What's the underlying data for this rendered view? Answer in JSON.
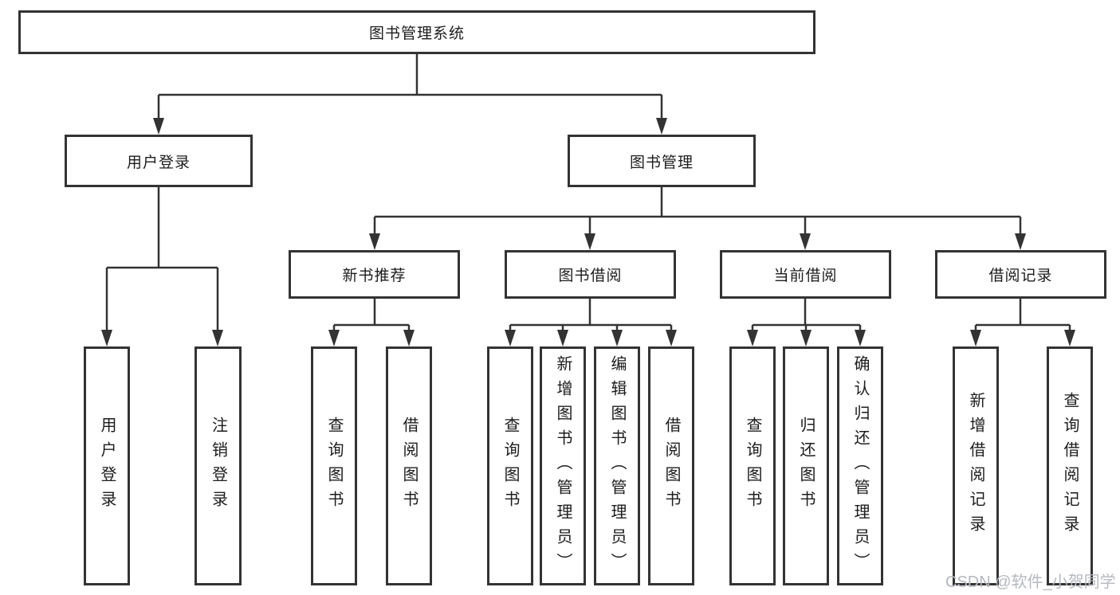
{
  "diagram": {
    "root": "图书管理系统",
    "login_branch": {
      "label": "用户登录",
      "children": [
        "用户登录",
        "注销登录"
      ]
    },
    "mgmt_branch": {
      "label": "图书管理",
      "sections": [
        {
          "label": "新书推荐",
          "children": [
            "查询图书",
            "借阅图书"
          ]
        },
        {
          "label": "图书借阅",
          "children": [
            "查询图书",
            "新增图书（管理员）",
            "编辑图书（管理员）",
            "借阅图书"
          ]
        },
        {
          "label": "当前借阅",
          "children": [
            "查询图书",
            "归还图书",
            "确认归还（管理员）"
          ]
        },
        {
          "label": "借阅记录",
          "children": [
            "新增借阅记录",
            "查询借阅记录"
          ]
        }
      ]
    }
  },
  "watermark": "CSDN @软件_小贺同学",
  "colors": {
    "line": "#333333",
    "box_border": "#333333",
    "text": "#1c1c1c",
    "watermark": "#b5b9bf",
    "background": "#ffffff"
  }
}
